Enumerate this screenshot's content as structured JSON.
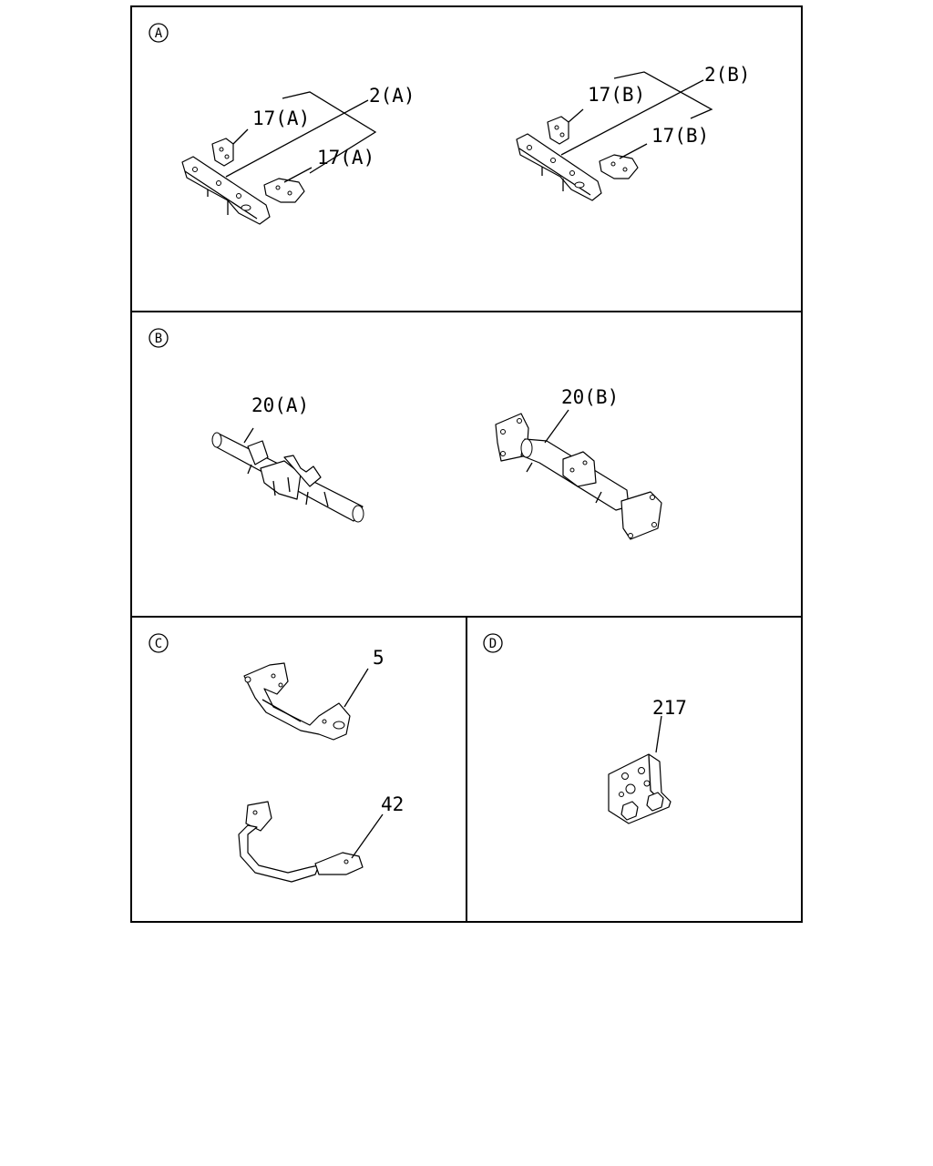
{
  "panels": {
    "a": {
      "marker": "A",
      "labels": [
        "17(A)",
        "2(A)",
        "17(A)",
        "17(B)",
        "2(B)",
        "17(B)"
      ]
    },
    "b": {
      "marker": "B",
      "labels": [
        "20(A)",
        "20(B)"
      ]
    },
    "c": {
      "marker": "C",
      "labels": [
        "5",
        "42"
      ]
    },
    "d": {
      "marker": "D",
      "labels": [
        "217"
      ]
    }
  }
}
